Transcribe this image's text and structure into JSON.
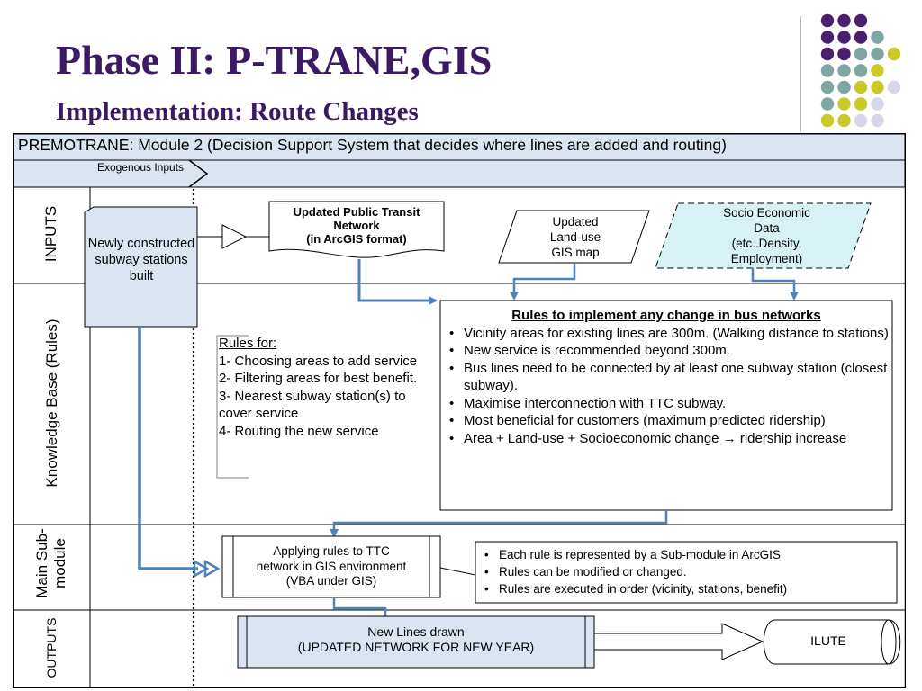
{
  "slide": {
    "title": "Phase II: P-TRANE,GIS",
    "subtitle": "Implementation: Route Changes",
    "dot_colors": {
      "purple": "#4b1f6f",
      "teal": "#7fa6a3",
      "olive": "#c9c928",
      "lavender": "#d8d6ea"
    }
  },
  "diagram": {
    "header": "PREMOTRANE: Module 2 (Decision Support System that decides where lines are added and routing)",
    "exogenous": "Exogenous Inputs",
    "lanes": {
      "inputs": "INPUTS",
      "knowledge": "Knowledge Base (Rules)",
      "main_submodule_line1": "Main Sub-",
      "main_submodule_line2": "module",
      "outputs": "OUTPUTS"
    },
    "newly_constructed": "Newly constructed subway stations built",
    "updated_network": {
      "line1": "Updated Public Transit",
      "line2": "Network",
      "line3": "(in ArcGIS format)"
    },
    "land_use": {
      "line1": "Updated",
      "line2": "Land-use",
      "line3": "GIS map"
    },
    "socio": {
      "line1": "Socio Economic",
      "line2": "Data",
      "line3": "(etc..Density,",
      "line4": "Employment)"
    },
    "rules_for": {
      "title": "Rules for:",
      "items": [
        "1- Choosing areas to add service",
        "2- Filtering areas for best benefit.",
        "3- Nearest subway station(s) to cover service",
        "4- Routing the new service"
      ]
    },
    "rules_box": {
      "title": "Rules to implement any change in bus networks",
      "items": [
        "Vicinity areas for existing lines are 300m. (Walking distance to stations)",
        "New service is recommended beyond 300m.",
        "Bus lines need to be connected by at least one subway station (closest subway).",
        "Maximise interconnection with TTC subway.",
        "Most beneficial for customers (maximum predicted ridership)",
        "Area + Land-use + Socioeconomic change → ridership increase"
      ]
    },
    "applying": {
      "line1": "Applying rules to TTC",
      "line2": "network in GIS environment",
      "line3": "(VBA under GIS)"
    },
    "submodule_notes": [
      "Each rule is represented by a Sub-module in ArcGIS",
      "Rules can be modified or changed.",
      "Rules are executed in order (vicinity, stations, benefit)"
    ],
    "new_lines": {
      "line1": "New Lines drawn",
      "line2": "(UPDATED NETWORK FOR NEW YEAR)"
    },
    "ilute": "ILUTE"
  }
}
